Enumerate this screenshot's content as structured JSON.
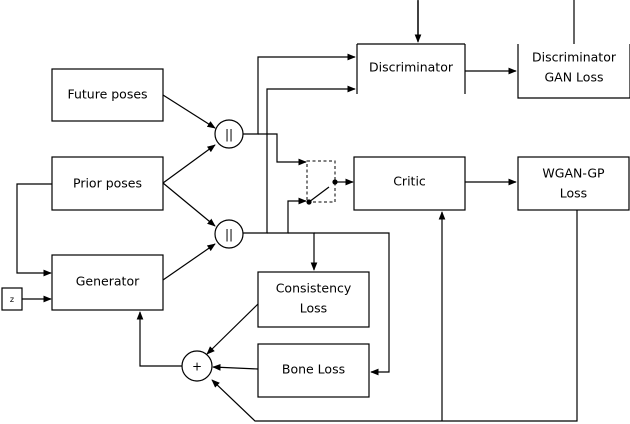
{
  "nodes": {
    "future_poses": "Future poses",
    "prior_poses": "Prior poses",
    "generator": "Generator",
    "z": "z",
    "discriminator": "Discriminator",
    "disc_gan_loss": [
      "Discriminator",
      "GAN Loss"
    ],
    "critic": "Critic",
    "wgan_loss": [
      "WGAN-GP",
      "Loss"
    ],
    "consistency_loss": [
      "Consistency",
      "Loss"
    ],
    "bone_loss": "Bone Loss",
    "concat_symbol": "||",
    "sum_symbol": "+"
  }
}
